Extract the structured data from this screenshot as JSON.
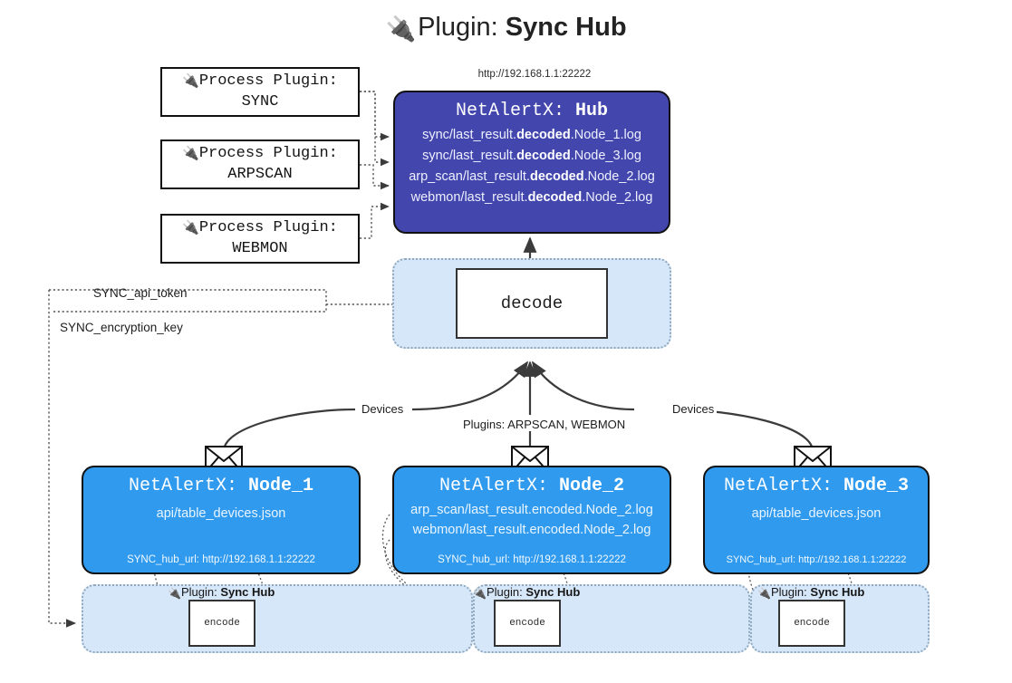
{
  "title": {
    "icon": "plug-icon",
    "prefix": "Plugin: ",
    "name": "Sync Hub"
  },
  "hub": {
    "url": "http://192.168.1.1:22222",
    "title_prefix": "NetAlertX: ",
    "title_name": "Hub",
    "log_lines": [
      {
        "pre": "sync/last_result.",
        "em": "decoded",
        "post": ".Node_1.log"
      },
      {
        "pre": "sync/last_result.",
        "em": "decoded",
        "post": ".Node_3.log"
      },
      {
        "pre": "arp_scan/last_result.",
        "em": "decoded",
        "post": ".Node_2.log"
      },
      {
        "pre": "webmon/last_result.",
        "em": "decoded",
        "post": ".Node_2.log"
      }
    ]
  },
  "process_plugins": [
    {
      "icon": "plug-icon",
      "line1": "Process Plugin:",
      "line2": "SYNC"
    },
    {
      "icon": "plug-icon",
      "line1": "Process Plugin:",
      "line2": "ARPSCAN"
    },
    {
      "icon": "plug-icon",
      "line1": "Process Plugin:",
      "line2": "WEBMON"
    }
  ],
  "decode": {
    "label": "decode"
  },
  "tokens": {
    "api_token": "SYNC_api_token",
    "encryption_key": "SYNC_encryption_key"
  },
  "edge_labels": {
    "devices_left": "Devices",
    "devices_right": "Devices",
    "plugins": "Plugins: ARPSCAN, WEBMON"
  },
  "nodes": [
    {
      "title_prefix": "NetAlertX: ",
      "title_name": "Node_1",
      "lines": [
        "api/table_devices.json"
      ],
      "hub_url_label": "SYNC_hub_url: http://192.168.1.1:22222",
      "envelope_icon": "envelope-icon"
    },
    {
      "title_prefix": "NetAlertX: ",
      "title_name": "Node_2",
      "lines": [
        "arp_scan/last_result.encoded.Node_2.log",
        "webmon/last_result.encoded.Node_2.log"
      ],
      "hub_url_label": "SYNC_hub_url: http://192.168.1.1:22222",
      "envelope_icon": "envelope-icon"
    },
    {
      "title_prefix": "NetAlertX: ",
      "title_name": "Node_3",
      "lines": [
        "api/table_devices.json"
      ],
      "hub_url_label": "SYNC_hub_url: http://192.168.1.1:22222",
      "envelope_icon": "envelope-icon"
    }
  ],
  "plugin_clusters": [
    {
      "icon": "plug-icon",
      "label_prefix": "Plugin: ",
      "label_name": "Sync Hub",
      "encode_label": "encode"
    },
    {
      "icon": "plug-icon",
      "label_prefix": "Plugin: ",
      "label_name": "Sync Hub",
      "encode_label": "encode"
    },
    {
      "icon": "plug-icon",
      "label_prefix": "Plugin: ",
      "label_name": "Sync Hub",
      "encode_label": "encode"
    }
  ],
  "colors": {
    "hub_fill": "#4246ad",
    "node_fill": "#2f9aee",
    "cluster_fill": "#d6e7f9",
    "stroke": "#111111",
    "background": "#ffffff"
  }
}
